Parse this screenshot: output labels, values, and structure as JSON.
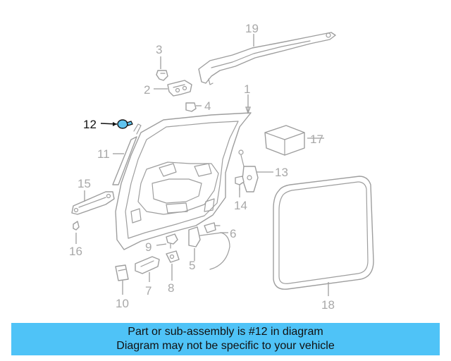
{
  "diagram": {
    "callouts": [
      {
        "id": "1",
        "label": "1"
      },
      {
        "id": "2",
        "label": "2"
      },
      {
        "id": "3",
        "label": "3"
      },
      {
        "id": "4",
        "label": "4"
      },
      {
        "id": "5",
        "label": "5"
      },
      {
        "id": "6",
        "label": "6"
      },
      {
        "id": "7",
        "label": "7"
      },
      {
        "id": "8",
        "label": "8"
      },
      {
        "id": "9",
        "label": "9"
      },
      {
        "id": "10",
        "label": "10"
      },
      {
        "id": "11",
        "label": "11"
      },
      {
        "id": "12",
        "label": "12"
      },
      {
        "id": "13",
        "label": "13"
      },
      {
        "id": "14",
        "label": "14"
      },
      {
        "id": "15",
        "label": "15"
      },
      {
        "id": "16",
        "label": "16"
      },
      {
        "id": "17",
        "label": "17"
      },
      {
        "id": "18",
        "label": "18"
      },
      {
        "id": "19",
        "label": "19"
      }
    ],
    "highlighted_part": "12",
    "highlight_color": "#5fc4f0",
    "line_color": "#9e9e9e"
  },
  "caption": {
    "line1": "Part or sub-assembly is #12 in diagram",
    "line2": "Diagram may not be specific to your vehicle",
    "background": "#4fc3f7"
  }
}
